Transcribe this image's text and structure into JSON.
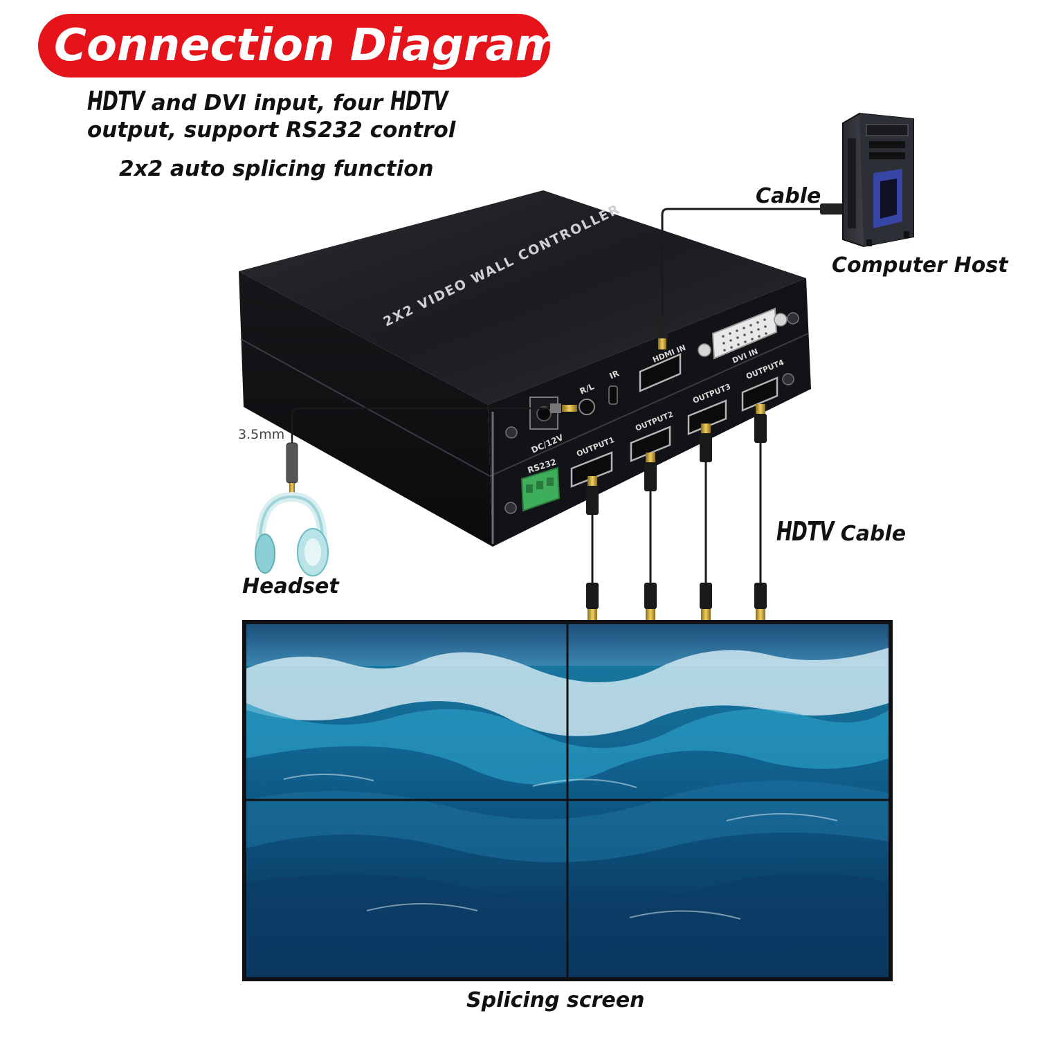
{
  "banner": {
    "title": "Connection Diagram",
    "color": "#e5141b"
  },
  "subtitle": {
    "line1_brand": "HDTV",
    "line1_mid": "and DVI input, four",
    "line1_brand2": "HDTV",
    "line2": "output, support RS232 control",
    "line3": "2x2 auto splicing function"
  },
  "device": {
    "top_label": "2X2 VIDEO WALL CONTROLLER",
    "ports": {
      "rl": "R/L",
      "ir": "IR",
      "hdmi_in": "HDMI IN",
      "dvi_in": "DVI IN",
      "dc": "DC/12V",
      "rs232": "RS232",
      "output1": "OUTPUT1",
      "output2": "OUTPUT2",
      "output3": "OUTPUT3",
      "output4": "OUTPUT4"
    }
  },
  "labels": {
    "cable": "Cable",
    "computer_host": "Computer Host",
    "audio_jack": "3.5mm",
    "headset": "Headset",
    "hdtv_brand": "HDTV",
    "hdtv_cable": "Cable",
    "splicing_screen": "Splicing screen"
  },
  "icons": [
    "computer-tower-icon",
    "headset-icon",
    "hdmi-connector-icon",
    "audio-plug-icon"
  ]
}
